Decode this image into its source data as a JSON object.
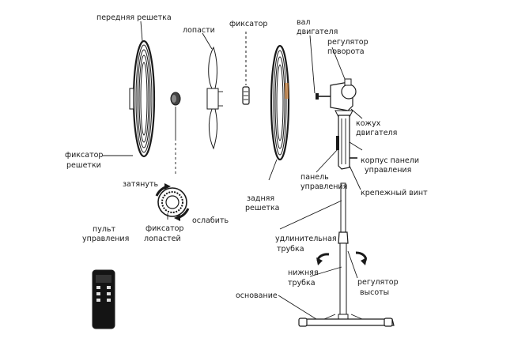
{
  "labels": {
    "front_grille": "передняя решетка",
    "blades": "лопасти",
    "clamp": "фиксатор",
    "motor_shaft_1": "вал",
    "motor_shaft_2": "двигателя",
    "rotation_reg_1": "регулятор",
    "rotation_reg_2": "поворота",
    "motor_cover_1": "кожух",
    "motor_cover_2": "двигателя",
    "grille_lock_1": "фиксатор",
    "grille_lock_2": "решетки",
    "panel_body_1": "корпус панели",
    "panel_body_2": "управления",
    "control_panel_1": "панель",
    "control_panel_2": "управления",
    "tighten": "затянуть",
    "mount_screw": "крепежный винт",
    "back_grille_1": "задняя",
    "back_grille_2": "решетка",
    "loosen": "ослабить",
    "blade_lock_1": "фиксатор",
    "blade_lock_2": "лопастей",
    "remote_1": "пульт",
    "remote_2": "управления",
    "ext_tube_1": "удлинительная",
    "ext_tube_2": "трубка",
    "lower_tube_1": "нижняя",
    "lower_tube_2": "трубка",
    "height_reg_1": "регулятор",
    "height_reg_2": "высоты",
    "base": "основание"
  },
  "colors": {
    "ink": "#1a1a1a",
    "remote_body": "#141414",
    "background": "#ffffff"
  }
}
